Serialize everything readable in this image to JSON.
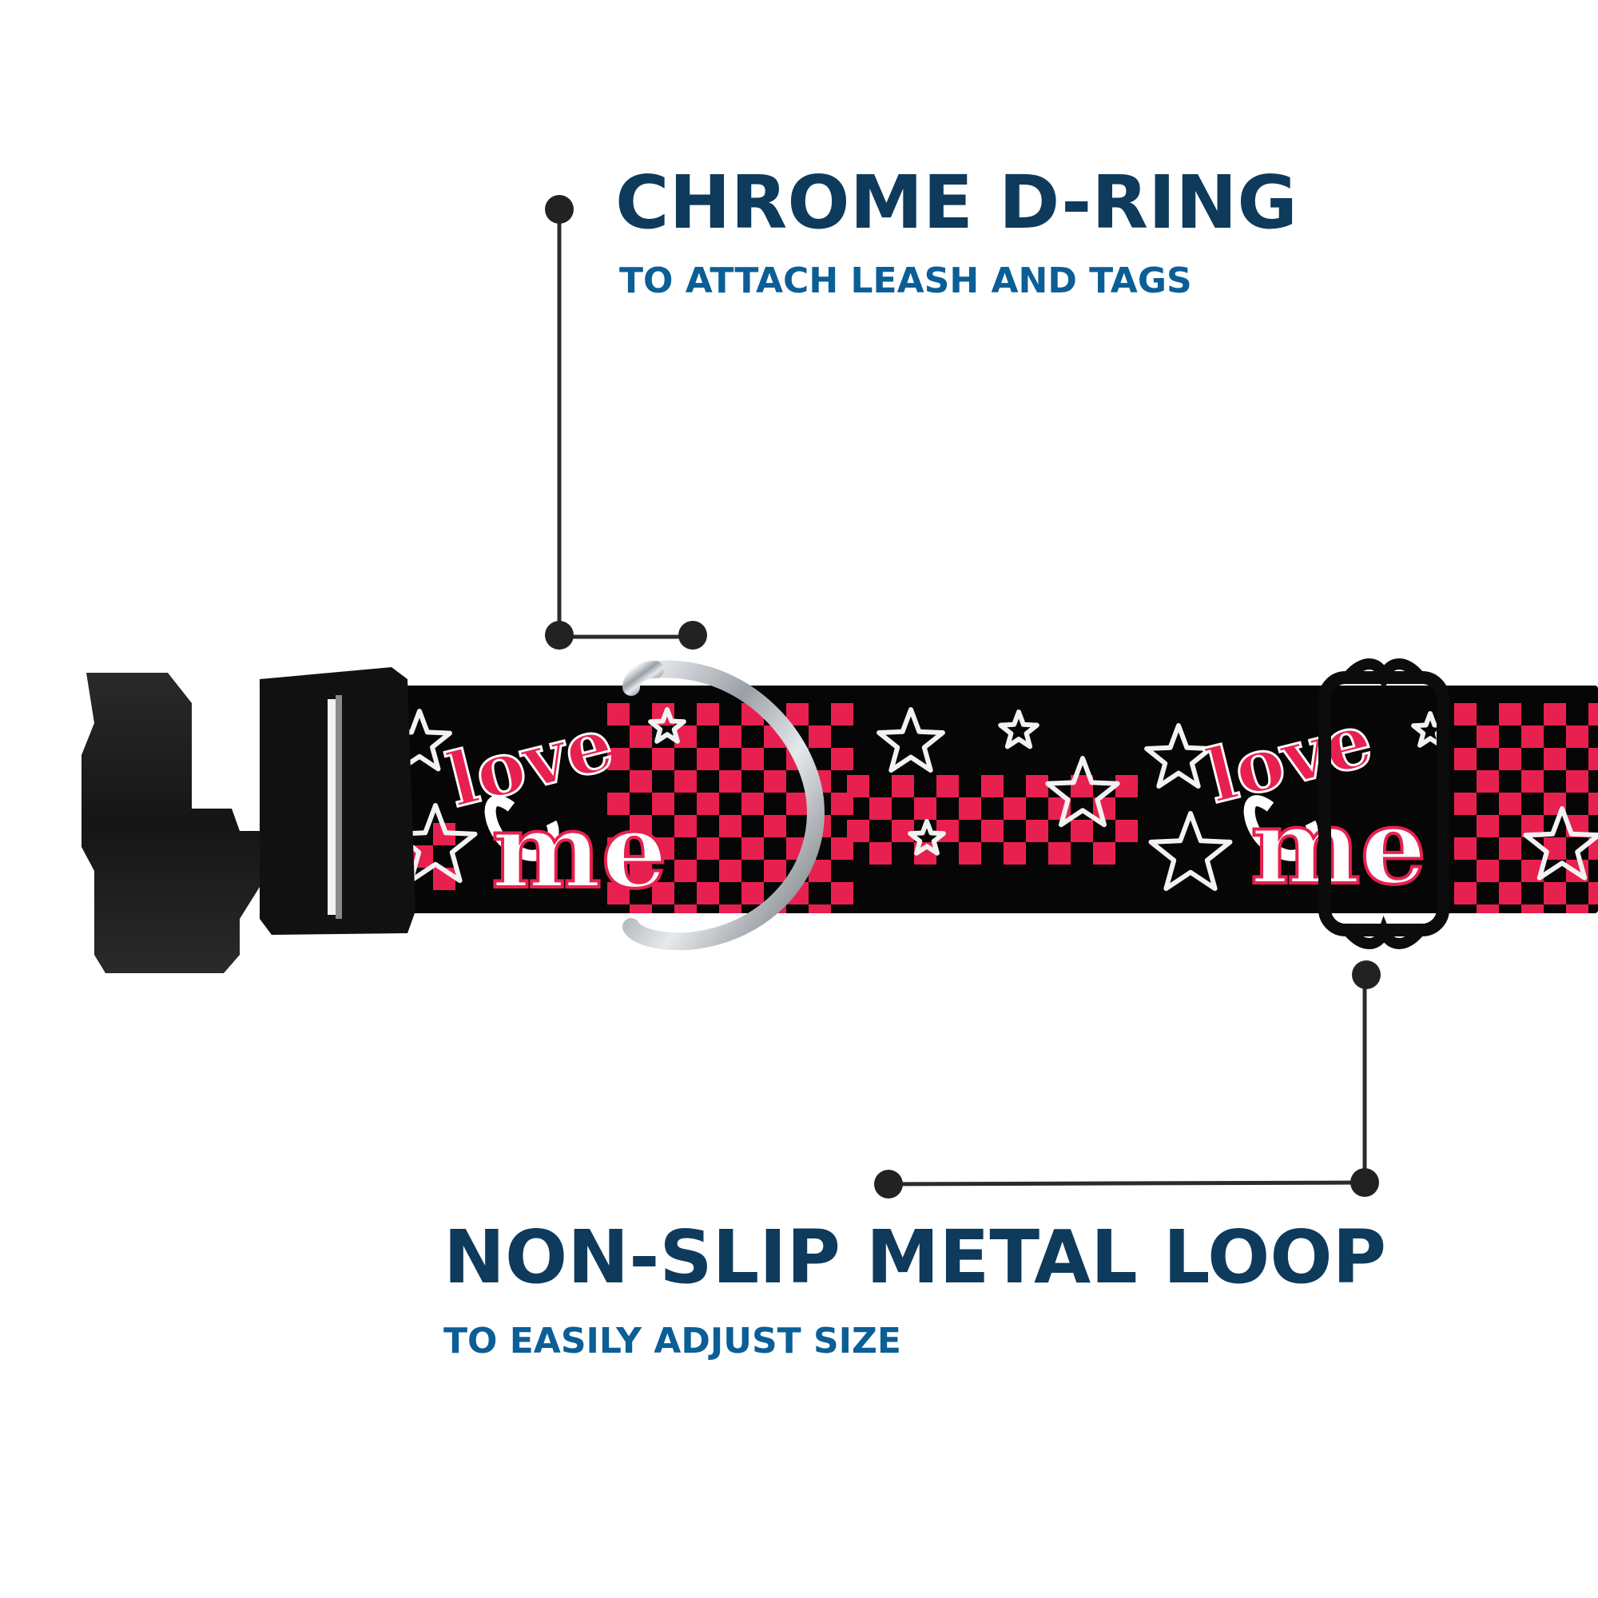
{
  "callouts": {
    "d_ring": {
      "title": "CHROME D-RING",
      "subtitle": "TO ATTACH LEASH AND TAGS"
    },
    "loop": {
      "title": "NON-SLIP METAL LOOP",
      "subtitle": "TO EASILY ADJUST SIZE"
    }
  },
  "collar_print": {
    "word_top": "love",
    "word_bottom": "me"
  },
  "colors": {
    "title": "#0e3a5c",
    "subtitle": "#0b5e96",
    "leader_line": "#2b2b2b",
    "strap": "#060606",
    "checker": "#e8204f",
    "buckle": "#1c1c1c",
    "chrome": "#c8ccd0",
    "star": "#f2f2f2"
  },
  "icons": [
    "callout-dot-icon",
    "star-icon",
    "heart-icon"
  ]
}
